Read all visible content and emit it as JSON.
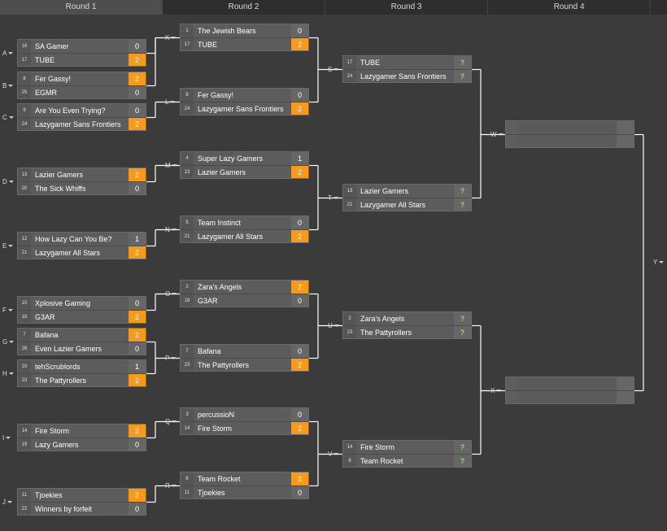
{
  "rounds": [
    "Round 1",
    "Round 2",
    "Round 3",
    "Round 4"
  ],
  "matches": [
    {
      "id": "A",
      "teams": [
        {
          "seed": "16",
          "name": "SA Gamer",
          "score": "0"
        },
        {
          "seed": "17",
          "name": "TUBE",
          "score": "2",
          "win": true
        }
      ]
    },
    {
      "id": "B",
      "teams": [
        {
          "seed": "8",
          "name": "Fer Gassy!",
          "score": "2",
          "win": true
        },
        {
          "seed": "25",
          "name": "EGMR",
          "score": "0"
        }
      ]
    },
    {
      "id": "C",
      "teams": [
        {
          "seed": "9",
          "name": "Are You Even Trying?",
          "score": "0"
        },
        {
          "seed": "24",
          "name": "Lazygamer Sans Frontiers",
          "score": "2",
          "win": true
        }
      ]
    },
    {
      "id": "D",
      "teams": [
        {
          "seed": "13",
          "name": "Lazier Gamers",
          "score": "2",
          "win": true
        },
        {
          "seed": "20",
          "name": "The Sick Whiffs",
          "score": "0"
        }
      ]
    },
    {
      "id": "E",
      "teams": [
        {
          "seed": "12",
          "name": "How Lazy Can You Be?",
          "score": "1"
        },
        {
          "seed": "21",
          "name": "Lazygamer All Stars",
          "score": "2",
          "win": true
        }
      ]
    },
    {
      "id": "F",
      "teams": [
        {
          "seed": "15",
          "name": "Xplosive Gaming",
          "score": "0"
        },
        {
          "seed": "18",
          "name": "G3AR",
          "score": "2",
          "win": true
        }
      ]
    },
    {
      "id": "G",
      "teams": [
        {
          "seed": "7",
          "name": "Bafana",
          "score": "2",
          "win": true
        },
        {
          "seed": "26",
          "name": "Even Lazier Gamers",
          "score": "0"
        }
      ]
    },
    {
      "id": "H",
      "teams": [
        {
          "seed": "10",
          "name": "tehScrublords",
          "score": "1"
        },
        {
          "seed": "23",
          "name": "The Pattyrollers",
          "score": "2",
          "win": true
        }
      ]
    },
    {
      "id": "I",
      "teams": [
        {
          "seed": "14",
          "name": "Fire Storm",
          "score": "2",
          "win": true
        },
        {
          "seed": "19",
          "name": "Lazy Gamers",
          "score": "0"
        }
      ]
    },
    {
      "id": "J",
      "teams": [
        {
          "seed": "11",
          "name": "Tjoekies",
          "score": "2",
          "win": true
        },
        {
          "seed": "22",
          "name": "Winners by forfeit",
          "score": "0"
        }
      ]
    },
    {
      "id": "K",
      "teams": [
        {
          "seed": "1",
          "name": "The Jewish Bears",
          "score": "0"
        },
        {
          "seed": "17",
          "name": "TUBE",
          "score": "2",
          "win": true
        }
      ]
    },
    {
      "id": "L",
      "teams": [
        {
          "seed": "8",
          "name": "Fer Gassy!",
          "score": "0"
        },
        {
          "seed": "24",
          "name": "Lazygamer Sans Frontiers",
          "score": "2",
          "win": true
        }
      ]
    },
    {
      "id": "M",
      "teams": [
        {
          "seed": "4",
          "name": "Super Lazy Gamers",
          "score": "1"
        },
        {
          "seed": "13",
          "name": "Lazier Gamers",
          "score": "2",
          "win": true
        }
      ]
    },
    {
      "id": "N",
      "teams": [
        {
          "seed": "5",
          "name": "Team Instinct",
          "score": "0"
        },
        {
          "seed": "21",
          "name": "Lazygamer All Stars",
          "score": "2",
          "win": true
        }
      ]
    },
    {
      "id": "O",
      "teams": [
        {
          "seed": "2",
          "name": "Zara's Angels",
          "score": "2",
          "win": true
        },
        {
          "seed": "18",
          "name": "G3AR",
          "score": "0"
        }
      ]
    },
    {
      "id": "P",
      "teams": [
        {
          "seed": "7",
          "name": "Bafana",
          "score": "0"
        },
        {
          "seed": "23",
          "name": "The Pattyrollers",
          "score": "2",
          "win": true
        }
      ]
    },
    {
      "id": "Q",
      "teams": [
        {
          "seed": "3",
          "name": "percussioN",
          "score": "0"
        },
        {
          "seed": "14",
          "name": "Fire Storm",
          "score": "2",
          "win": true
        }
      ]
    },
    {
      "id": "R",
      "teams": [
        {
          "seed": "6",
          "name": "Team Rocket",
          "score": "2",
          "win": true
        },
        {
          "seed": "11",
          "name": "Tjoekies",
          "score": "0"
        }
      ]
    },
    {
      "id": "S",
      "teams": [
        {
          "seed": "17",
          "name": "TUBE",
          "score": "?"
        },
        {
          "seed": "24",
          "name": "Lazygamer Sans Frontiers",
          "score": "?"
        }
      ]
    },
    {
      "id": "T",
      "teams": [
        {
          "seed": "13",
          "name": "Lazier Gamers",
          "score": "?"
        },
        {
          "seed": "21",
          "name": "Lazygamer All Stars",
          "score": "?"
        }
      ]
    },
    {
      "id": "U",
      "teams": [
        {
          "seed": "2",
          "name": "Zara's Angels",
          "score": "?"
        },
        {
          "seed": "23",
          "name": "The Pattyrollers",
          "score": "?"
        }
      ]
    },
    {
      "id": "V",
      "teams": [
        {
          "seed": "14",
          "name": "Fire Storm",
          "score": "?"
        },
        {
          "seed": "6",
          "name": "Team Rocket",
          "score": "?"
        }
      ]
    },
    {
      "id": "W",
      "teams": [
        {
          "seed": "",
          "name": "",
          "score": ""
        },
        {
          "seed": "",
          "name": "",
          "score": ""
        }
      ]
    },
    {
      "id": "X",
      "teams": [
        {
          "seed": "",
          "name": "",
          "score": ""
        },
        {
          "seed": "",
          "name": "",
          "score": ""
        }
      ]
    }
  ],
  "final_label": "Y",
  "colors": {
    "background": "#3b3b3b",
    "win_score": "#f39a1f",
    "unknown_score": "#8fd95c",
    "line": "#ffffff"
  }
}
